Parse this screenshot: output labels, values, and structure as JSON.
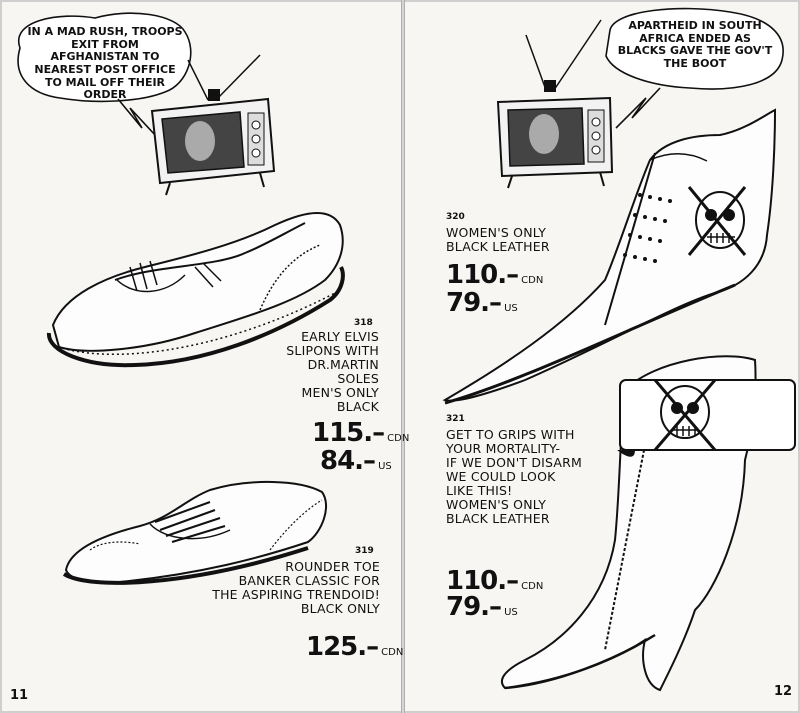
{
  "left_page": {
    "speech_bubble": "IN A MAD RUSH, TROOPS EXIT FROM AFGHANISTAN TO NEAREST POST OFFICE TO MAIL OFF THEIR ORDER",
    "items": [
      {
        "number": "318",
        "description": [
          "EARLY ELVIS",
          "SLIPONS WITH",
          "DR.MARTIN SOLES",
          "MEN'S ONLY",
          "BLACK"
        ],
        "prices": [
          {
            "amount": "115.",
            "currency": "CDN"
          },
          {
            "amount": "84.",
            "currency": "US"
          }
        ]
      },
      {
        "number": "319",
        "description": [
          "ROUNDER TOE",
          "BANKER CLASSIC FOR",
          "THE ASPIRING TRENDOID!",
          "BLACK ONLY"
        ],
        "prices": [
          {
            "amount": "125.",
            "currency": "CDN"
          }
        ]
      }
    ],
    "page_number": "11"
  },
  "right_page": {
    "speech_bubble": "APARTHEID IN SOUTH AFRICA ENDED AS BLACKS GAVE THE GOV'T THE BOOT",
    "items": [
      {
        "number": "320",
        "description": [
          "WOMEN'S ONLY",
          "BLACK LEATHER"
        ],
        "prices": [
          {
            "amount": "110.",
            "currency": "CDN"
          },
          {
            "amount": "79.",
            "currency": "US"
          }
        ]
      },
      {
        "number": "321",
        "description": [
          "GET TO GRIPS WITH",
          "YOUR MORTALITY-",
          "IF WE DON'T DISARM",
          "WE COULD LOOK",
          "LIKE THIS!",
          "WOMEN'S ONLY",
          "BLACK LEATHER"
        ],
        "prices": [
          {
            "amount": "110.",
            "currency": "CDN"
          },
          {
            "amount": "79.",
            "currency": "US"
          }
        ]
      }
    ],
    "page_number": "12"
  }
}
